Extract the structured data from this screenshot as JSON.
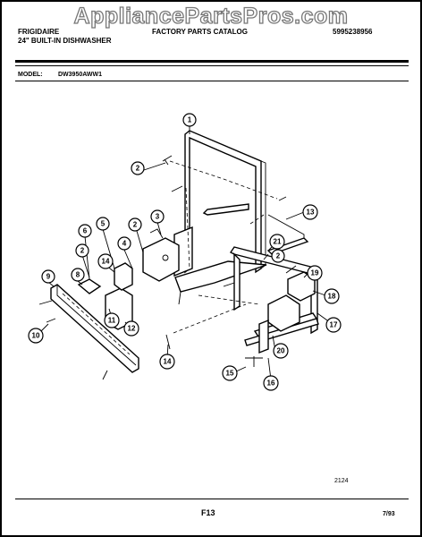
{
  "watermark": "AppliancePartsPros.com",
  "header": {
    "brand": "FRIGIDAIRE",
    "product": "24\" BUILT-IN DISHWASHER",
    "catalog": "FACTORY PARTS CATALOG",
    "catalog_number": "5995238956"
  },
  "model": {
    "label": "MODEL:",
    "value": "DW3950AWW1"
  },
  "callouts": [
    {
      "id": "1",
      "label": "1"
    },
    {
      "id": "2a",
      "label": "2"
    },
    {
      "id": "2b",
      "label": "2"
    },
    {
      "id": "2c",
      "label": "2"
    },
    {
      "id": "2d",
      "label": "2"
    },
    {
      "id": "3",
      "label": "3"
    },
    {
      "id": "4",
      "label": "4"
    },
    {
      "id": "5",
      "label": "5"
    },
    {
      "id": "6",
      "label": "6"
    },
    {
      "id": "8",
      "label": "8"
    },
    {
      "id": "9",
      "label": "9"
    },
    {
      "id": "10",
      "label": "10"
    },
    {
      "id": "11",
      "label": "11"
    },
    {
      "id": "12",
      "label": "12"
    },
    {
      "id": "13",
      "label": "13"
    },
    {
      "id": "14a",
      "label": "14"
    },
    {
      "id": "14b",
      "label": "14"
    },
    {
      "id": "15",
      "label": "15"
    },
    {
      "id": "16",
      "label": "16"
    },
    {
      "id": "17",
      "label": "17"
    },
    {
      "id": "18",
      "label": "18"
    },
    {
      "id": "19",
      "label": "19"
    },
    {
      "id": "20",
      "label": "20"
    },
    {
      "id": "21",
      "label": "21"
    }
  ],
  "footer": {
    "diagram_code": "2124",
    "page": "F13",
    "date": "7/93"
  }
}
